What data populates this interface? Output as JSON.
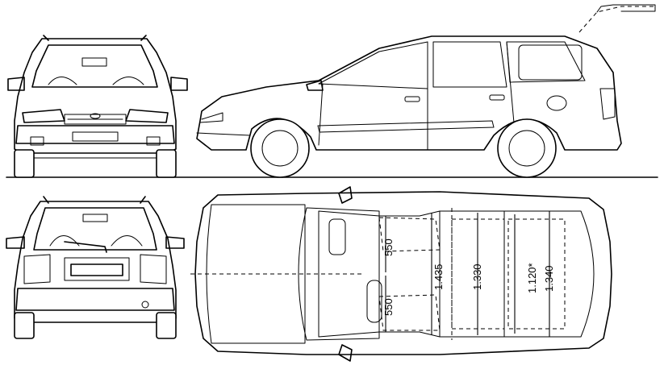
{
  "dimensions": {
    "width_front_seat_upper": "550",
    "width_front_seat_lower": "550",
    "width_interior_front": "1.435",
    "width_interior_rear": "1.330",
    "width_cargo_floor": "1.120*",
    "width_cargo": "1.340"
  },
  "views": [
    "front",
    "side",
    "rear",
    "top"
  ],
  "colors": {
    "line": "#000000",
    "background": "#ffffff"
  }
}
